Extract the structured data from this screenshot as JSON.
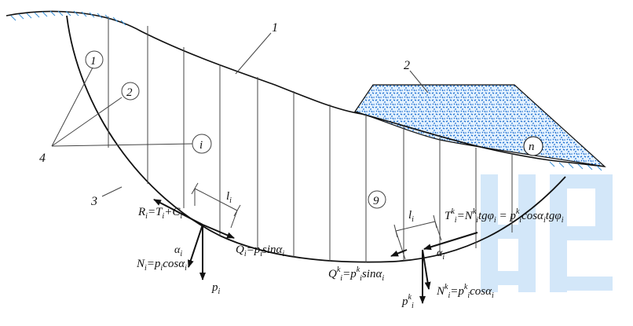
{
  "callouts": {
    "surface": "1",
    "embankment": "2",
    "slip_surface": "3",
    "slice_group": "4"
  },
  "slice_labels": {
    "first": "1",
    "second": "2",
    "i": "i",
    "ninth": "9",
    "n": "n"
  },
  "left_slice": {
    "width": "l",
    "width_sub": "i",
    "resist_R": "R",
    "resist_eq": "=T",
    "resist_plus": "+C",
    "angle": "α",
    "normal_N": "N",
    "normal_eq": "=p",
    "normal_cos": "cosα",
    "shear_Q": "Q",
    "shear_eq": "=p",
    "shear_sin": "sinα",
    "weight_p": "p",
    "sub": "i"
  },
  "right_slice": {
    "width": "l",
    "width_sub": "i",
    "shear_Q": "Q",
    "shear_rest": "=p",
    "shear_sin": "sinα",
    "tang_T": "T",
    "tang_eq": "=N",
    "tang_tg": "tgφ",
    "tang_eq2": " = p",
    "tang_cos": "cosα",
    "angle": "α",
    "weight_p": "p",
    "normal_N": "N",
    "normal_eq": "=p",
    "normal_cos": "cosα",
    "sup_k": "k",
    "sub": "i"
  },
  "colors": {
    "line": "#111111",
    "ground_hatch": "#3a8fd6",
    "fill_dots": "#1e6fd0",
    "fill_bg": "#e3f1ff",
    "watermark": "#c9e2f8"
  }
}
